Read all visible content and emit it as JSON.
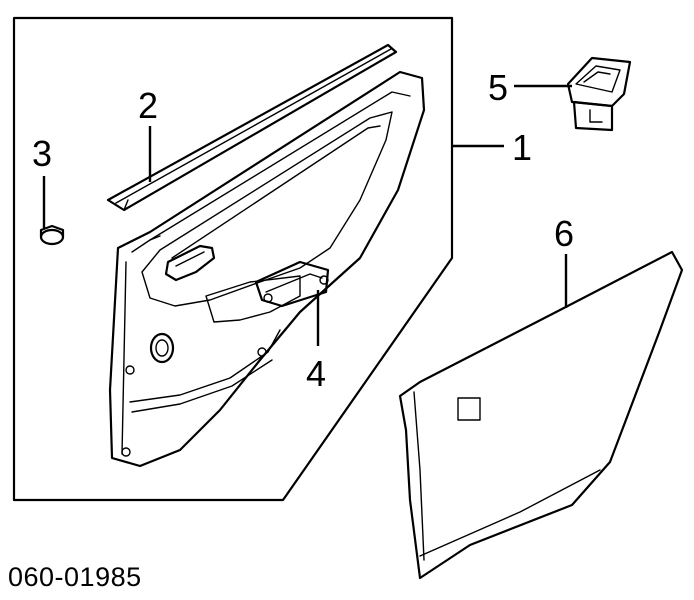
{
  "callouts": {
    "c1": "1",
    "c2": "2",
    "c3": "3",
    "c4": "4",
    "c5": "5",
    "c6": "6"
  },
  "reference_number": "060-01985",
  "colors": {
    "line": "#000000",
    "fill": "#ffffff",
    "panel_shade": "#f2f2f2"
  }
}
